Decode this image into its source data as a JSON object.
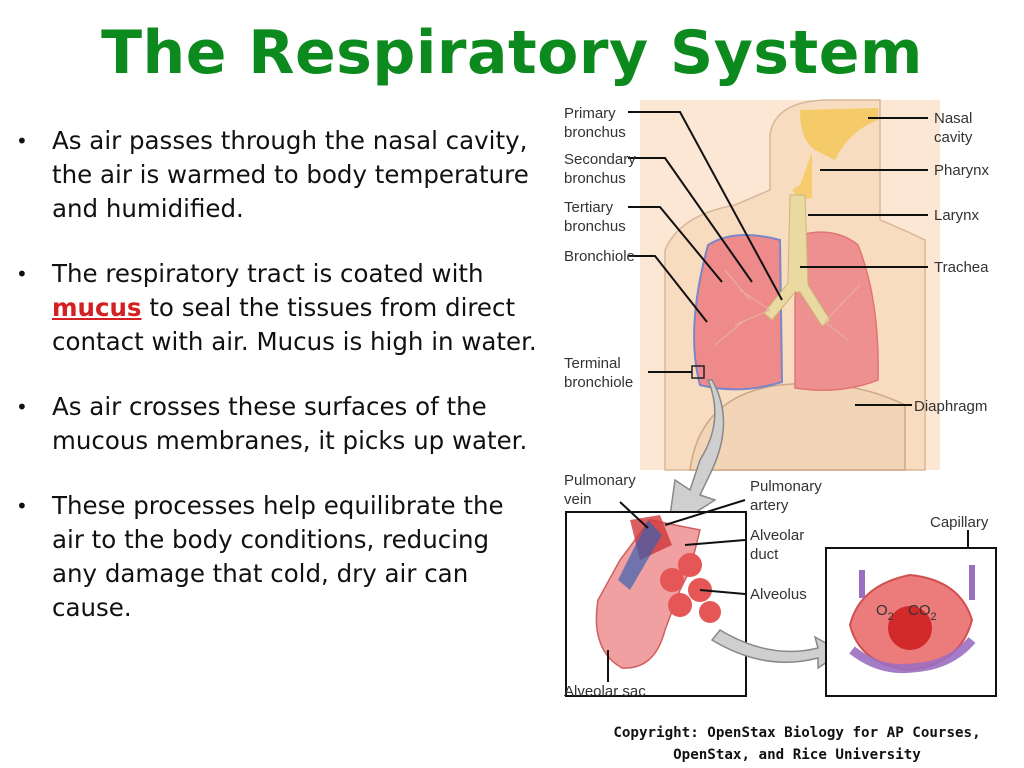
{
  "slide": {
    "title": "The Respiratory System",
    "bullets": [
      {
        "pre": "As air passes through the nasal cavity, the air is warmed to body temperature and humidified.",
        "em": "",
        "post": ""
      },
      {
        "pre": "The respiratory tract is coated with ",
        "em": "mucus",
        "post": " to seal the tissues from direct contact with air. Mucus is high in water."
      },
      {
        "pre": "As air crosses these surfaces of the mucous membranes, it picks up water.",
        "em": "",
        "post": ""
      },
      {
        "pre": "These processes help equilibrate the air to the body conditions, reducing any damage that cold, dry air can cause.",
        "em": "",
        "post": ""
      }
    ],
    "bullet_symbol": "•",
    "copyright_line1": "Copyright: OpenStax Biology for AP Courses,",
    "copyright_line2": "OpenStax, and Rice University"
  },
  "diagram": {
    "labels": {
      "primary_bronchus_1": "Primary",
      "primary_bronchus_2": "bronchus",
      "secondary_bronchus_1": "Secondary",
      "secondary_bronchus_2": "bronchus",
      "tertiary_bronchus_1": "Tertiary",
      "tertiary_bronchus_2": "bronchus",
      "bronchiole": "Bronchiole",
      "terminal_bronchiole_1": "Terminal",
      "terminal_bronchiole_2": "bronchiole",
      "nasal_cavity_1": "Nasal",
      "nasal_cavity_2": "cavity",
      "pharynx": "Pharynx",
      "larynx": "Larynx",
      "trachea": "Trachea",
      "diaphragm": "Diaphragm",
      "pulmonary_vein_1": "Pulmonary",
      "pulmonary_vein_2": "vein",
      "pulmonary_artery_1": "Pulmonary",
      "pulmonary_artery_2": "artery",
      "alveolar_duct_1": "Alveolar",
      "alveolar_duct_2": "duct",
      "alveolus": "Alveolus",
      "alveolar_sac": "Alveolar sac",
      "capillary": "Capillary",
      "o2": "O",
      "o2_sub": "2",
      "co2": "CO",
      "co2_sub": "2"
    },
    "colors": {
      "skin": "#f7dcc0",
      "lung": "#ef8a8a",
      "airway": "#ead9a0",
      "nasal": "#f5c85a",
      "vein": "#3b5fb0",
      "artery": "#d0373a",
      "capillary": "#9b6fc0"
    }
  }
}
